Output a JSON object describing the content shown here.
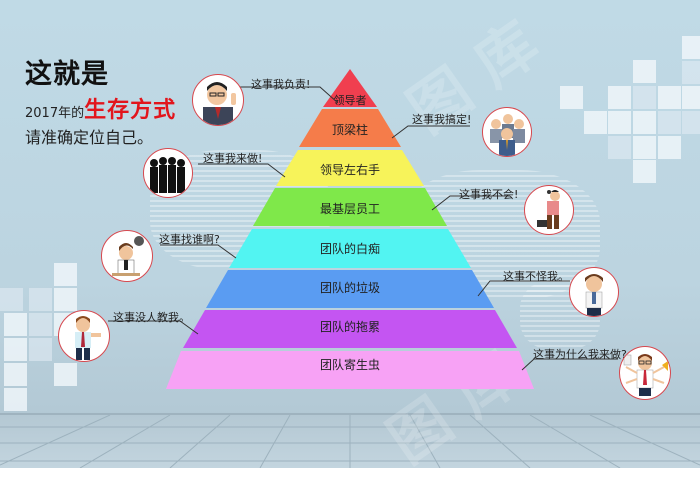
{
  "heading": {
    "line1": "这就是",
    "line2_prefix": "2017年的",
    "line2_highlight": "生存方式",
    "line3": "请准确定位自己。",
    "highlight_color": "#e2151c"
  },
  "pyramid": {
    "layers": [
      {
        "label": "领导者",
        "color": "#f03f4f"
      },
      {
        "label": "顶梁柱",
        "color": "#f57c4a"
      },
      {
        "label": "领导左右手",
        "color": "#f7f35a"
      },
      {
        "label": "最基层员工",
        "color": "#7fe84a"
      },
      {
        "label": "团队的白痴",
        "color": "#52f4f2"
      },
      {
        "label": "团队的垃圾",
        "color": "#5a9cf2"
      },
      {
        "label": "团队的拖累",
        "color": "#c455f2"
      },
      {
        "label": "团队寄生虫",
        "color": "#f7a2f5"
      }
    ]
  },
  "callouts": [
    {
      "text": "这事我负责!",
      "avatar": "leader-thumbs-up-icon"
    },
    {
      "text": "这事我搞定!",
      "avatar": "team-group-icon"
    },
    {
      "text": "这事我来做!",
      "avatar": "silhouette-team-icon"
    },
    {
      "text": "这事我不会!",
      "avatar": "frustrated-worker-icon"
    },
    {
      "text": "这事找谁啊?",
      "avatar": "confused-man-icon"
    },
    {
      "text": "这事不怪我。",
      "avatar": "shocked-man-icon"
    },
    {
      "text": "这事没人教我。",
      "avatar": "shrugging-man-icon"
    },
    {
      "text": "这事为什么我来做?",
      "avatar": "multitasking-man-icon"
    }
  ],
  "watermark": "图 库"
}
